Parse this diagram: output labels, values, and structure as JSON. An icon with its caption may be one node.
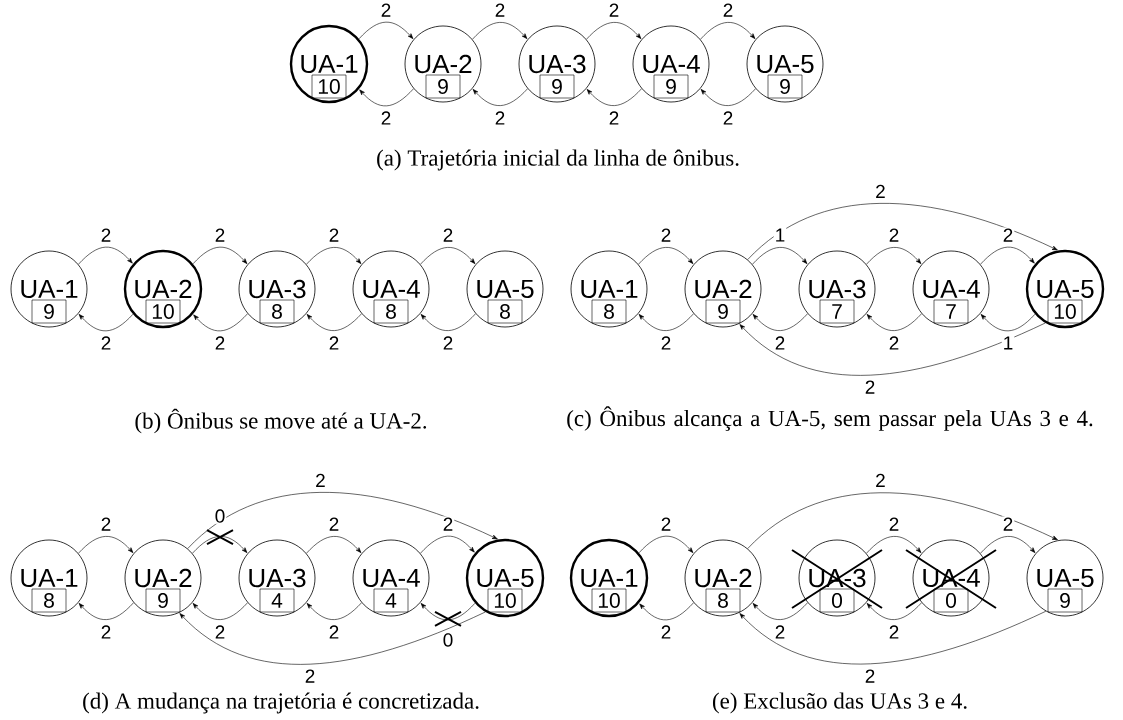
{
  "diagram": {
    "nodes": [
      {
        "text": [
          "UA-1"
        ]
      },
      {
        "text": [
          "10"
        ],
        "in": 0
      },
      {
        "text": [
          "UA-2"
        ]
      },
      {
        "text": [
          "9"
        ],
        "in": 2
      },
      {
        "text": [
          "UA-3"
        ]
      },
      {
        "text": [
          "9"
        ],
        "in": 4
      },
      {
        "text": [
          "UA-4"
        ]
      },
      {
        "text": [
          "9"
        ],
        "in": 6
      },
      {
        "text": [
          "UA-5"
        ]
      },
      {
        "text": [
          "9"
        ],
        "in": 8
      },
      {
        "text": [
          "UA-1"
        ]
      },
      {
        "text": [
          "9"
        ],
        "in": 10
      },
      {
        "text": [
          "UA-2"
        ]
      },
      {
        "text": [
          "10"
        ],
        "in": 12
      },
      {
        "text": [
          "UA-3"
        ]
      },
      {
        "text": [
          "8"
        ],
        "in": 14
      },
      {
        "text": [
          "UA-4"
        ]
      },
      {
        "text": [
          "8"
        ],
        "in": 16
      },
      {
        "text": [
          "UA-5"
        ]
      },
      {
        "text": [
          "8"
        ],
        "in": 18
      },
      {
        "text": [
          "UA-1"
        ]
      },
      {
        "text": [
          "8"
        ],
        "in": 20
      },
      {
        "text": [
          "UA-2"
        ]
      },
      {
        "text": [
          "9"
        ],
        "in": 22
      },
      {
        "text": [
          "UA-3"
        ]
      },
      {
        "text": [
          "7"
        ],
        "in": 24
      },
      {
        "text": [
          "UA-4"
        ]
      },
      {
        "text": [
          "7"
        ],
        "in": 26
      },
      {
        "text": [
          "UA-5"
        ]
      },
      {
        "text": [
          "10"
        ],
        "in": 28
      },
      {
        "text": [
          "UA-1"
        ]
      },
      {
        "text": [
          "8"
        ],
        "in": 30
      },
      {
        "text": [
          "UA-2"
        ]
      },
      {
        "text": [
          "9"
        ],
        "in": 32
      },
      {
        "text": [
          "UA-3"
        ]
      },
      {
        "text": [
          "4"
        ],
        "in": 34
      },
      {
        "text": [
          "UA-4"
        ]
      },
      {
        "text": [
          "4"
        ],
        "in": 36
      },
      {
        "text": [
          "UA-5"
        ]
      },
      {
        "text": [
          "10"
        ],
        "in": 38
      },
      {
        "text": [
          "UA-1"
        ]
      },
      {
        "text": [
          "10"
        ],
        "in": 40
      },
      {
        "text": [
          "UA-2"
        ]
      },
      {
        "text": [
          "8"
        ],
        "in": 42
      },
      {
        "text": [
          "UA-3"
        ]
      },
      {
        "text": [
          "0"
        ],
        "in": 44
      },
      {
        "text": [
          "UA-4"
        ]
      },
      {
        "text": [
          "0"
        ],
        "in": 46
      },
      {
        "text": [
          "UA-5"
        ]
      },
      {
        "text": [
          "9"
        ],
        "in": 48
      }
    ],
    "edges": [
      {
        "from": 0,
        "to": 2,
        "arrow": "to",
        "label": "2"
      },
      {
        "from": 2,
        "to": 4,
        "arrow": "to",
        "label": "2"
      },
      {
        "from": 4,
        "to": 6,
        "arrow": "to",
        "label": "2"
      },
      {
        "from": 6,
        "to": 8,
        "arrow": "to",
        "label": "2"
      },
      {
        "from": 2,
        "to": 0,
        "arrow": "to",
        "label": "2"
      },
      {
        "from": 4,
        "to": 2,
        "arrow": "to",
        "label": "2"
      },
      {
        "from": 6,
        "to": 4,
        "arrow": "to",
        "label": "2"
      },
      {
        "from": 8,
        "to": 6,
        "arrow": "to",
        "label": "2"
      },
      {
        "from": 10,
        "to": 12,
        "arrow": "to",
        "label": "2"
      },
      {
        "from": 12,
        "to": 14,
        "arrow": "to",
        "label": "2"
      },
      {
        "from": 14,
        "to": 16,
        "arrow": "to",
        "label": "2"
      },
      {
        "from": 16,
        "to": 18,
        "arrow": "to",
        "label": "2"
      },
      {
        "from": 12,
        "to": 10,
        "arrow": "to",
        "label": "2"
      },
      {
        "from": 14,
        "to": 12,
        "arrow": "to",
        "label": "2"
      },
      {
        "from": 16,
        "to": 14,
        "arrow": "to",
        "label": "2"
      },
      {
        "from": 18,
        "to": 16,
        "arrow": "to",
        "label": "2"
      },
      {
        "from": 20,
        "to": 22,
        "arrow": "to",
        "label": "2"
      },
      {
        "from": 22,
        "to": 24,
        "arrow": "to",
        "label": "1"
      },
      {
        "from": 24,
        "to": 26,
        "arrow": "to",
        "label": "2"
      },
      {
        "from": 26,
        "to": 28,
        "arrow": "to",
        "label": "2"
      },
      {
        "from": 22,
        "to": 28,
        "arrow": "to",
        "label": "2"
      },
      {
        "from": 22,
        "to": 20,
        "arrow": "to",
        "label": "2"
      },
      {
        "from": 24,
        "to": 22,
        "arrow": "to",
        "label": "2"
      },
      {
        "from": 26,
        "to": 24,
        "arrow": "to",
        "label": "2"
      },
      {
        "from": 28,
        "to": 26,
        "arrow": "to",
        "label": "1"
      },
      {
        "from": 28,
        "to": 22,
        "arrow": "to",
        "label": "2"
      },
      {
        "from": 30,
        "to": 32,
        "arrow": "to",
        "label": "2"
      },
      {
        "from": 32,
        "to": 34,
        "arrow": "to",
        "label": "0"
      },
      {
        "from": 34,
        "to": 36,
        "arrow": "to",
        "label": "2"
      },
      {
        "from": 36,
        "to": 38,
        "arrow": "to",
        "label": "2"
      },
      {
        "from": 32,
        "to": 38,
        "arrow": "to",
        "label": "2"
      },
      {
        "from": 32,
        "to": 30,
        "arrow": "to",
        "label": "2"
      },
      {
        "from": 34,
        "to": 32,
        "arrow": "to",
        "label": "2"
      },
      {
        "from": 36,
        "to": 34,
        "arrow": "to",
        "label": "2"
      },
      {
        "from": 38,
        "to": 36,
        "arrow": "to",
        "label": "0"
      },
      {
        "from": 38,
        "to": 32,
        "arrow": "to",
        "label": "2"
      },
      {
        "from": 40,
        "to": 42,
        "arrow": "to",
        "label": "2"
      },
      {
        "from": 44,
        "to": 46,
        "arrow": "to",
        "label": "2"
      },
      {
        "from": 46,
        "to": 48,
        "arrow": "to",
        "label": "2"
      },
      {
        "from": 42,
        "to": 48,
        "arrow": "to",
        "label": "2"
      },
      {
        "from": 42,
        "to": 40,
        "arrow": "to",
        "label": "2"
      },
      {
        "from": 44,
        "to": 42,
        "arrow": "to",
        "label": "2"
      },
      {
        "from": 46,
        "to": 44,
        "arrow": "to",
        "label": "2"
      },
      {
        "from": 48,
        "to": 42,
        "arrow": "to",
        "label": "2"
      }
    ],
    "labels": [
      "(a) Trajetória inicial da linha de ônibus.",
      "(b) Ônibus se move até a UA-2.",
      "(c) Ônibus alcança a UA-5, sem passar pela UAs 3 e 4.",
      "(d) A mudança na trajetória é concretizada.",
      "(e) Exclusão das UAs 3 e 4."
    ]
  }
}
